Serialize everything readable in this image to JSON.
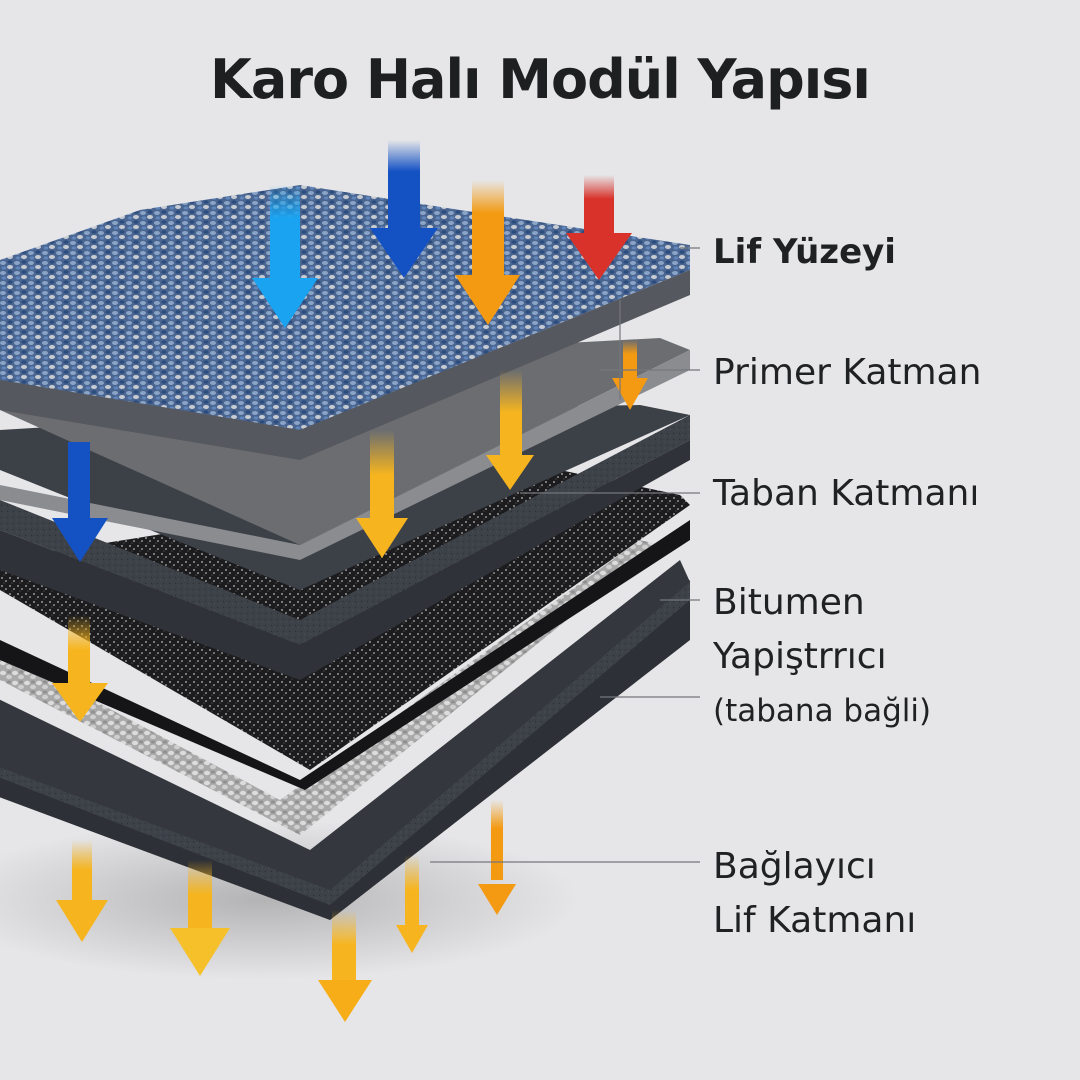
{
  "title": "Karo Halı Modül Yapısı",
  "labels": [
    {
      "id": "lif-yuzeyi",
      "lines": [
        "Lif Yüzeyi"
      ],
      "bold": true
    },
    {
      "id": "primer-katman",
      "lines": [
        "Primer Katman"
      ],
      "bold": false
    },
    {
      "id": "taban-katmani",
      "lines": [
        "Taban Katmanı"
      ],
      "bold": false
    },
    {
      "id": "bitumen-yapistirici",
      "lines": [
        "Bitumen",
        "Yapiştrrıcı",
        "(tabana bağli)"
      ],
      "bold": false
    },
    {
      "id": "baglayici-lif-katmani",
      "lines": [
        "Bağlayıcı",
        "Lif Katmanı"
      ],
      "bold": false
    }
  ],
  "layers": [
    {
      "name": "Lif Yüzeyi",
      "color": "#4a6f9c",
      "texture": "blue-grey carpet fibers"
    },
    {
      "name": "Primer Katman",
      "color": "#6b6d70",
      "texture": "smooth grey sheet"
    },
    {
      "name": "Taban Katmanı",
      "color": "#3f4349",
      "texture": "dark grey foam"
    },
    {
      "name": "Bitumen Yapiştrrıcı",
      "color": "#1e1e20",
      "texture": "black speckled weave"
    },
    {
      "name": "Bağlayıcı Lif Katmanı",
      "color": "#bdbdbd",
      "texture": "light grey loops on dark base"
    }
  ],
  "arrow_colors": {
    "light_blue": "#1aa3f0",
    "dark_blue": "#1452c4",
    "orange": "#f39a12",
    "red": "#d8322b",
    "yellow": "#f6b51f"
  }
}
